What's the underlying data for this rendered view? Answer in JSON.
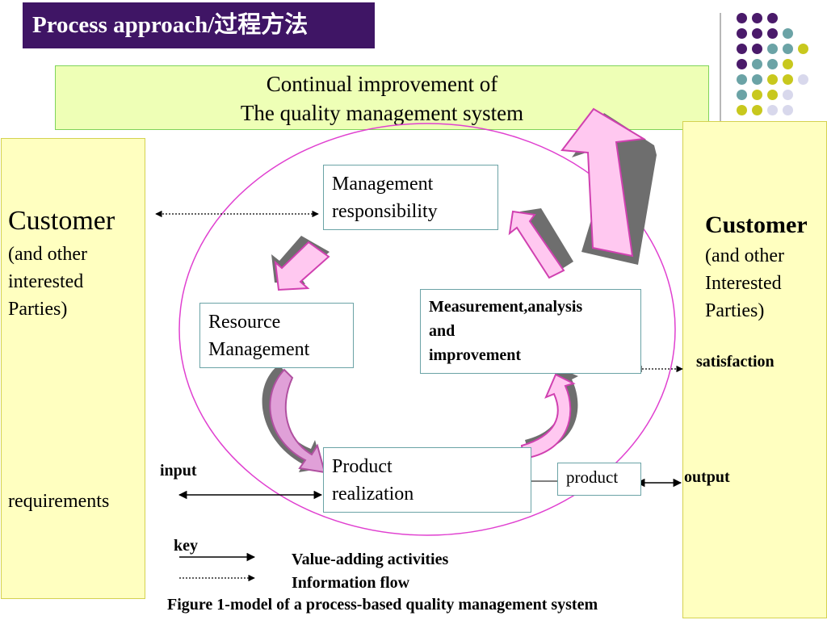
{
  "slide": {
    "title": "Process approach/过程方法"
  },
  "improvement": {
    "line1": "Continual improvement of",
    "line2": "The quality management system"
  },
  "left_customer": {
    "title": "Customer",
    "sub1": "(and other",
    "sub2": "interested",
    "sub3": "Parties)",
    "requirements": "requirements"
  },
  "right_customer": {
    "title": "Customer",
    "sub1": "(and other",
    "sub2": "Interested",
    "sub3": "Parties)",
    "satisfaction": "satisfaction"
  },
  "processes": {
    "management_1": "Management",
    "management_2": "responsibility",
    "resource_1": "Resource",
    "resource_2": "Management",
    "measurement_1": "Measurement,analysis",
    "measurement_2": "and",
    "measurement_3": "improvement",
    "product_1": "Product",
    "product_2": "realization",
    "product_out": "product"
  },
  "flow_labels": {
    "input": "input",
    "output": "output"
  },
  "key": {
    "label": "key",
    "value_adding": "Value-adding activities",
    "information": "Information flow"
  },
  "caption": "Figure 1-model of a process-based quality management system",
  "colors": {
    "title_bg": "#3f1565",
    "improvement_bg": "#eeffb6",
    "panel_bg": "#ffffc0",
    "arrow_fill": "#ffc8f0",
    "arrow_stroke": "#d040b0",
    "ellipse": "#e040d0",
    "dot_purple": "#4a1a6a",
    "dot_teal": "#6ba3a6",
    "dot_olive": "#c8c81e",
    "dot_lavender": "#d8d8ec"
  }
}
